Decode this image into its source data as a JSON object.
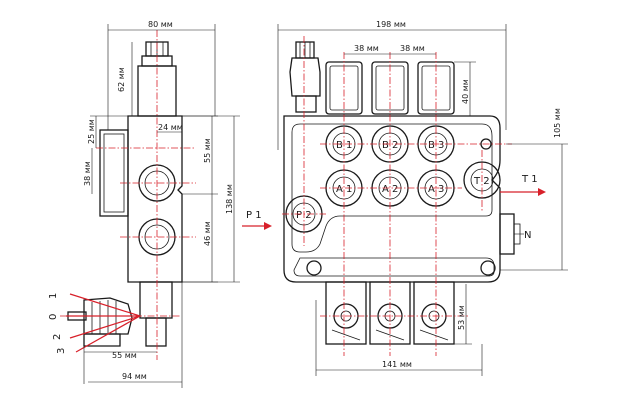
{
  "colors": {
    "line": "#1a1a1a",
    "centerline": "#d8202a",
    "background": "#ffffff"
  },
  "dimensions": {
    "width_side": "80 мм",
    "height_top_cap": "62 мм",
    "offset_25": "25 мм",
    "offset_24": "24 мм",
    "spacing_38_side": "38 мм",
    "spacing_55_side": "55 мм",
    "spacing_46": "46 мм",
    "total_height_138": "138 мм",
    "handle_55": "55 мм",
    "base_94": "94 мм",
    "width_front": "198 мм",
    "spacing_38_a": "38 мм",
    "spacing_38_b": "38 мм",
    "height_40": "40 мм",
    "height_105": "105 мм",
    "height_53": "53 мм",
    "width_141": "141 мм"
  },
  "ports": {
    "b1": "B 1",
    "b2": "B 2",
    "b3": "B 3",
    "a1": "A 1",
    "a2": "A 2",
    "a3": "A 3",
    "p2": "P 2",
    "t2": "T 2"
  },
  "labels": {
    "p1": "P 1",
    "t1": "T 1",
    "n": "N"
  },
  "lever_positions": {
    "pos1": "1",
    "pos0": "0",
    "pos2": "2",
    "pos3": "3"
  }
}
